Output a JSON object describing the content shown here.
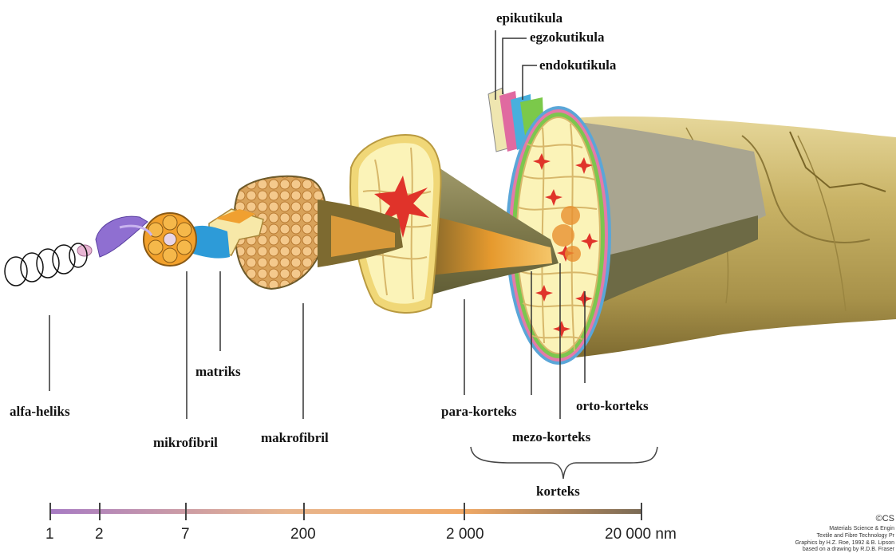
{
  "labels": {
    "epikutikula": "epikutikula",
    "egzokutikula": "egzokutikula",
    "endokutikula": "endokutikula",
    "alfa_heliks": "alfa-heliks",
    "matriks": "matriks",
    "mikrofibril": "mikrofibril",
    "makrofibril": "makrofibril",
    "para_korteks": "para-korteks",
    "orto_korteks": "orto-korteks",
    "mezo_korteks": "mezo-korteks",
    "korteks": "korteks"
  },
  "scale": {
    "ticks": [
      "1",
      "2",
      "7",
      "200",
      "2 000",
      "20 000 nm"
    ],
    "gradient_colors": [
      "#a77bc4",
      "#e8b58d",
      "#f0a865",
      "#7a6a55"
    ]
  },
  "credit": {
    "copyright": "©CS",
    "line1": "Materials Science & Engin",
    "line2": "Textile and Fibre Technology Pr",
    "line3": "Graphics by H.Z. Roe, 1992 & B. Lipson",
    "line4": "based on a drawing by R.D.B. Fraser"
  },
  "colors": {
    "helix_purple": "#8f6fd1",
    "microfibril_orange": "#f2a12c",
    "matrix_blue": "#2d9bd8",
    "cortex_yellow": "#fbf3b8",
    "cell_red": "#e0332a",
    "hair_olive": "#b09a52"
  }
}
